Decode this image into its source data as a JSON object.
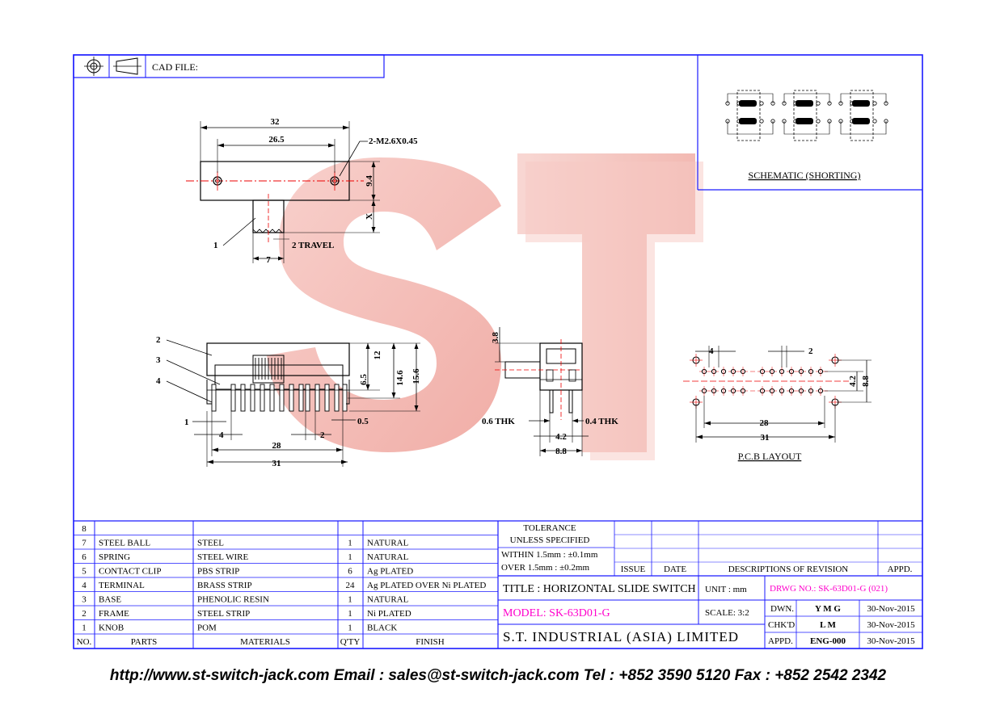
{
  "header": {
    "cad_label": "CAD FILE:"
  },
  "schematic": {
    "caption": "SCHEMATIC (SHORTING)"
  },
  "top_view": {
    "dim_32": "32",
    "dim_26_5": "26.5",
    "screw": "2-M2.6X0.45",
    "dim_9_4": "9.4",
    "dim_x": "X",
    "item_1": "1",
    "travel": "2 TRAVEL",
    "dim_7": "7"
  },
  "front_view": {
    "item_2": "2",
    "item_3": "3",
    "item_4": "4",
    "dim_6_5": "6.5",
    "dim_12": "12",
    "dim_14_6": "14.6",
    "dim_15_6": "15.6",
    "dim_1": "1",
    "dim_0_5": "0.5",
    "dim_4": "4",
    "dim_2": "2",
    "dim_28": "28",
    "dim_31": "31"
  },
  "side_view": {
    "dim_3_8": "3.8",
    "thk_left": "0.6 THK",
    "thk_right": "0.4 THK",
    "dim_4_2": "4.2",
    "dim_8_8": "8.8"
  },
  "pcb_layout": {
    "dim_4": "4",
    "dim_2": "2",
    "dim_4_2": "4.2",
    "dim_8_8": "8.8",
    "dim_28": "28",
    "dim_31": "31",
    "caption": "P.C.B LAYOUT"
  },
  "watermark": "ST",
  "parts_table": {
    "rows": [
      {
        "no": "8",
        "part": "",
        "material": "",
        "qty": "",
        "finish": ""
      },
      {
        "no": "7",
        "part": "STEEL BALL",
        "material": "STEEL",
        "qty": "1",
        "finish": "NATURAL"
      },
      {
        "no": "6",
        "part": "SPRING",
        "material": "STEEL WIRE",
        "qty": "1",
        "finish": "NATURAL"
      },
      {
        "no": "5",
        "part": "CONTACT CLIP",
        "material": "PBS STRIP",
        "qty": "6",
        "finish": "Ag PLATED"
      },
      {
        "no": "4",
        "part": "TERMINAL",
        "material": "BRASS STRIP",
        "qty": "24",
        "finish": "Ag PLATED OVER Ni PLATED"
      },
      {
        "no": "3",
        "part": "BASE",
        "material": "PHENOLIC RESIN",
        "qty": "1",
        "finish": "NATURAL"
      },
      {
        "no": "2",
        "part": "FRAME",
        "material": "STEEL STRIP",
        "qty": "1",
        "finish": "Ni PLATED"
      },
      {
        "no": "1",
        "part": "KNOB",
        "material": "POM",
        "qty": "1",
        "finish": "BLACK"
      }
    ],
    "headers": {
      "no": "NO.",
      "part": "PARTS",
      "material": "MATERIALS",
      "qty": "Q'TY",
      "finish": "FINISH"
    }
  },
  "tolerance": {
    "line1": "TOLERANCE",
    "line2": "UNLESS SPECIFIED",
    "line3": "WITHIN 1.5mm : ±0.1mm",
    "line4": "OVER 1.5mm : ±0.2mm"
  },
  "revision": {
    "issue": "ISSUE",
    "date": "DATE",
    "desc": "DESCRIPTIONS OF REVISION",
    "appd": "APPD."
  },
  "title_block": {
    "title": "TITLE : HORIZONTAL SLIDE SWITCH",
    "unit_label": "UNIT : mm",
    "drwg_no": "DRWG NO.: SK-63D01-G (021)",
    "model": "MODEL: SK-63D01-G",
    "scale": "SCALE: 3:2",
    "company": "S.T. INDUSTRIAL (ASIA) LIMITED",
    "dwn_label": "DWN.",
    "dwn_name": "Y M G",
    "dwn_date": "30-Nov-2015",
    "chk_label": "CHK'D",
    "chk_name": "L M",
    "chk_date": "30-Nov-2015",
    "appd_label": "APPD.",
    "appd_name": "ENG-000",
    "appd_date": "30-Nov-2015"
  },
  "footer": "http://www.st-switch-jack.com  Email : sales@st-switch-jack.com  Tel : +852 3590 5120  Fax : +852 2542 2342",
  "colors": {
    "frame": "#1a1aff",
    "highlight": "#ff00cc",
    "watermark": "#f2b3ad"
  }
}
